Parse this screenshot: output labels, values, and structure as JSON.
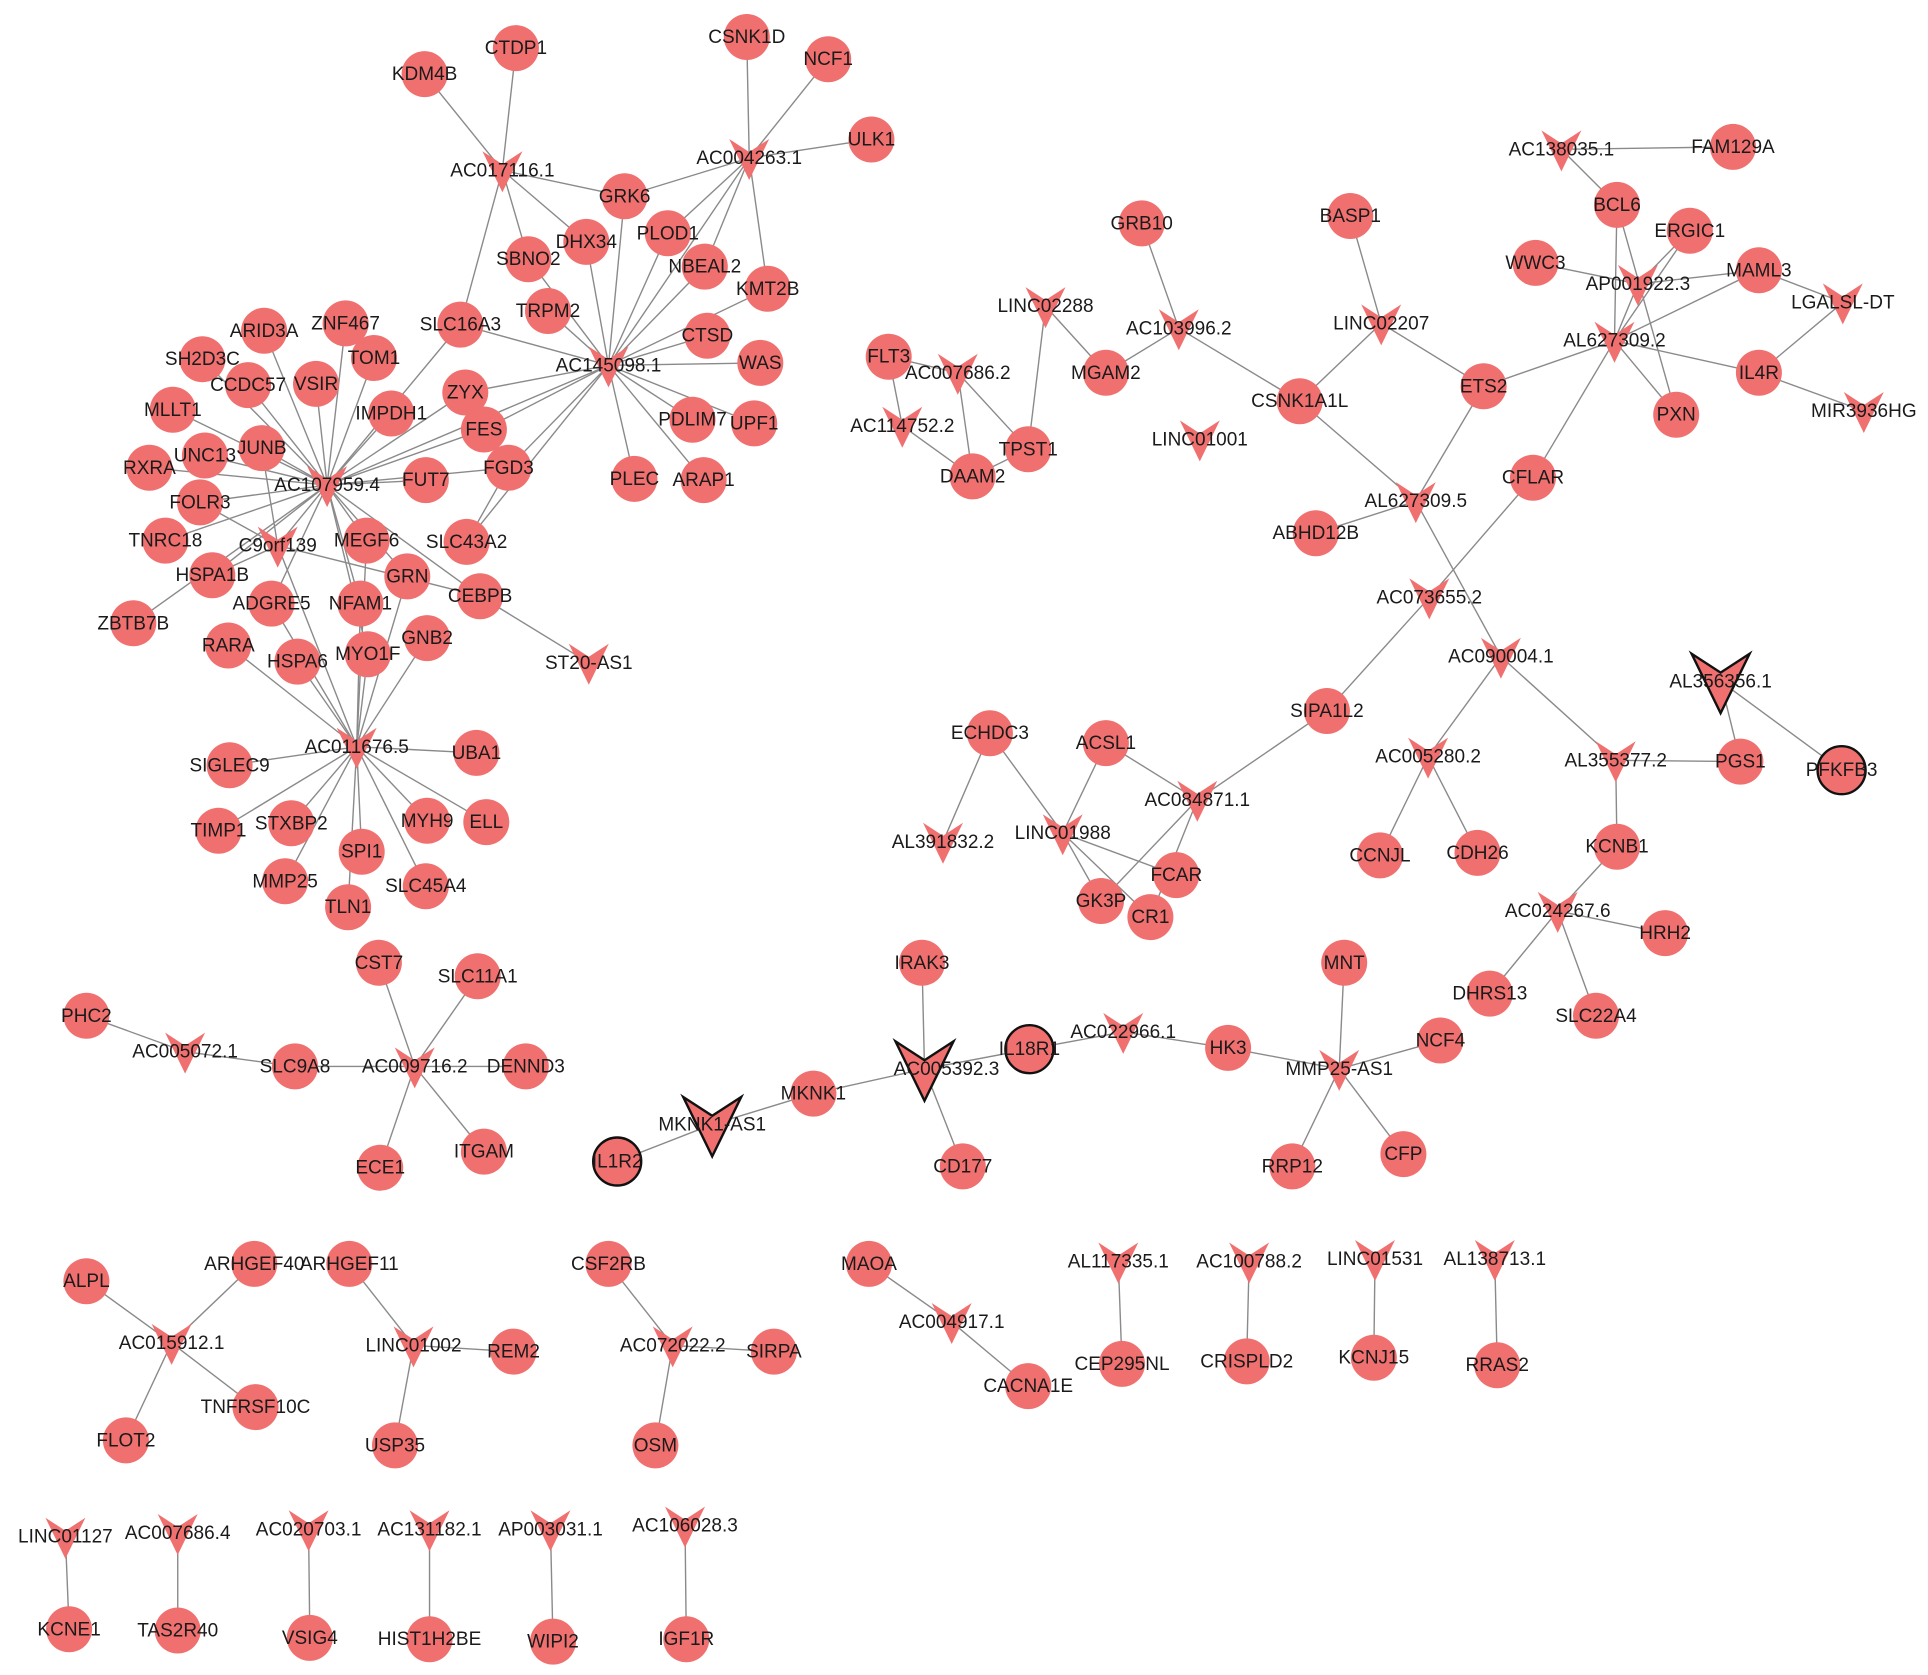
{
  "colors": {
    "node": "#f07070",
    "edge": "#8a8a8a",
    "label": "#1a1a1a",
    "highlight_border": "#111111"
  },
  "legend": "none",
  "nodes": [
    {
      "id": "KDM4B",
      "type": "mRNA"
    },
    {
      "id": "CTDP1",
      "type": "mRNA"
    },
    {
      "id": "CSNK1D",
      "type": "mRNA"
    },
    {
      "id": "NCF1",
      "type": "mRNA"
    },
    {
      "id": "ULK1",
      "type": "mRNA"
    },
    {
      "id": "AC017116.1",
      "type": "lncRNA"
    },
    {
      "id": "AC004263.1",
      "type": "lncRNA"
    },
    {
      "id": "GRK6",
      "type": "mRNA"
    },
    {
      "id": "SBNO2",
      "type": "mRNA"
    },
    {
      "id": "DHX34",
      "type": "mRNA"
    },
    {
      "id": "PLOD1",
      "type": "mRNA"
    },
    {
      "id": "NBEAL2",
      "type": "mRNA"
    },
    {
      "id": "KMT2B",
      "type": "mRNA"
    },
    {
      "id": "TRPM2",
      "type": "mRNA"
    },
    {
      "id": "SLC16A3",
      "type": "mRNA"
    },
    {
      "id": "CTSD",
      "type": "mRNA"
    },
    {
      "id": "WAS",
      "type": "mRNA"
    },
    {
      "id": "AC145098.1",
      "type": "lncRNA"
    },
    {
      "id": "PDLIM7",
      "type": "mRNA"
    },
    {
      "id": "UPF1",
      "type": "mRNA"
    },
    {
      "id": "PLEC",
      "type": "mRNA"
    },
    {
      "id": "ARAP1",
      "type": "mRNA"
    },
    {
      "id": "ZYX",
      "type": "mRNA"
    },
    {
      "id": "FES",
      "type": "mRNA"
    },
    {
      "id": "IMPDH1",
      "type": "mRNA"
    },
    {
      "id": "FGD3",
      "type": "mRNA"
    },
    {
      "id": "FUT7",
      "type": "mRNA"
    },
    {
      "id": "ARID3A",
      "type": "mRNA"
    },
    {
      "id": "ZNF467",
      "type": "mRNA"
    },
    {
      "id": "TOM1",
      "type": "mRNA"
    },
    {
      "id": "SH2D3C",
      "type": "mRNA"
    },
    {
      "id": "CCDC57",
      "type": "mRNA"
    },
    {
      "id": "VSIR",
      "type": "mRNA"
    },
    {
      "id": "MLLT1",
      "type": "mRNA"
    },
    {
      "id": "JUNB",
      "type": "mRNA"
    },
    {
      "id": "UNC13",
      "type": "mRNA"
    },
    {
      "id": "RXRA",
      "type": "mRNA"
    },
    {
      "id": "AC107959.4",
      "type": "lncRNA"
    },
    {
      "id": "FOLR3",
      "type": "mRNA"
    },
    {
      "id": "TNRC18",
      "type": "mRNA"
    },
    {
      "id": "C9orf139",
      "type": "lncRNA"
    },
    {
      "id": "MEGF6",
      "type": "mRNA"
    },
    {
      "id": "SLC43A2",
      "type": "mRNA"
    },
    {
      "id": "HSPA1B",
      "type": "mRNA"
    },
    {
      "id": "GRN",
      "type": "mRNA"
    },
    {
      "id": "CEBPB",
      "type": "mRNA"
    },
    {
      "id": "ZBTB7B",
      "type": "mRNA"
    },
    {
      "id": "ADGRE5",
      "type": "mRNA"
    },
    {
      "id": "NFAM1",
      "type": "mRNA"
    },
    {
      "id": "RARA",
      "type": "mRNA"
    },
    {
      "id": "GNB2",
      "type": "mRNA"
    },
    {
      "id": "MYO1F",
      "type": "mRNA"
    },
    {
      "id": "HSPA6",
      "type": "mRNA"
    },
    {
      "id": "ST20-AS1",
      "type": "lncRNA"
    },
    {
      "id": "AC011676.5",
      "type": "lncRNA"
    },
    {
      "id": "UBA1",
      "type": "mRNA"
    },
    {
      "id": "SIGLEC9",
      "type": "mRNA"
    },
    {
      "id": "TIMP1",
      "type": "mRNA"
    },
    {
      "id": "STXBP2",
      "type": "mRNA"
    },
    {
      "id": "MYH9",
      "type": "mRNA"
    },
    {
      "id": "ELL",
      "type": "mRNA"
    },
    {
      "id": "SPI1",
      "type": "mRNA"
    },
    {
      "id": "MMP25",
      "type": "mRNA"
    },
    {
      "id": "SLC45A4",
      "type": "mRNA"
    },
    {
      "id": "TLN1",
      "type": "mRNA"
    },
    {
      "id": "CST7",
      "type": "mRNA"
    },
    {
      "id": "SLC11A1",
      "type": "mRNA"
    },
    {
      "id": "PHC2",
      "type": "mRNA"
    },
    {
      "id": "AC005072.1",
      "type": "lncRNA"
    },
    {
      "id": "SLC9A8",
      "type": "mRNA"
    },
    {
      "id": "AC009716.2",
      "type": "lncRNA"
    },
    {
      "id": "DENND3",
      "type": "mRNA"
    },
    {
      "id": "ECE1",
      "type": "mRNA"
    },
    {
      "id": "ITGAM",
      "type": "mRNA"
    },
    {
      "id": "GRB10",
      "type": "mRNA"
    },
    {
      "id": "BASP1",
      "type": "mRNA"
    },
    {
      "id": "LINC02288",
      "type": "lncRNA"
    },
    {
      "id": "AC103996.2",
      "type": "lncRNA"
    },
    {
      "id": "LINC02207",
      "type": "lncRNA"
    },
    {
      "id": "FLT3",
      "type": "mRNA"
    },
    {
      "id": "AC007686.2",
      "type": "lncRNA"
    },
    {
      "id": "MGAM2",
      "type": "mRNA"
    },
    {
      "id": "AC114752.2",
      "type": "lncRNA"
    },
    {
      "id": "TPST1",
      "type": "mRNA"
    },
    {
      "id": "DAAM2",
      "type": "mRNA"
    },
    {
      "id": "CSNK1A1L",
      "type": "mRNA"
    },
    {
      "id": "LINC01001",
      "type": "lncRNA"
    },
    {
      "id": "ETS2",
      "type": "mRNA"
    },
    {
      "id": "AC138035.1",
      "type": "lncRNA"
    },
    {
      "id": "FAM129A",
      "type": "mRNA"
    },
    {
      "id": "BCL6",
      "type": "mRNA"
    },
    {
      "id": "ERGIC1",
      "type": "mRNA"
    },
    {
      "id": "WWC3",
      "type": "mRNA"
    },
    {
      "id": "AP001922.3",
      "type": "lncRNA"
    },
    {
      "id": "MAML3",
      "type": "mRNA"
    },
    {
      "id": "LGALSL-DT",
      "type": "lncRNA"
    },
    {
      "id": "AL627309.2",
      "type": "lncRNA"
    },
    {
      "id": "IL4R",
      "type": "mRNA"
    },
    {
      "id": "PXN",
      "type": "mRNA"
    },
    {
      "id": "MIR3936HG",
      "type": "lncRNA"
    },
    {
      "id": "CFLAR",
      "type": "mRNA"
    },
    {
      "id": "AL627309.5",
      "type": "lncRNA"
    },
    {
      "id": "ABHD12B",
      "type": "mRNA"
    },
    {
      "id": "AC073655.2",
      "type": "lncRNA"
    },
    {
      "id": "AC090004.1",
      "type": "lncRNA"
    },
    {
      "id": "AL356356.1",
      "type": "lncRNA",
      "highlight": true
    },
    {
      "id": "SIPA1L2",
      "type": "mRNA"
    },
    {
      "id": "ECHDC3",
      "type": "mRNA"
    },
    {
      "id": "ACSL1",
      "type": "mRNA"
    },
    {
      "id": "AC005280.2",
      "type": "lncRNA"
    },
    {
      "id": "AL355377.2",
      "type": "lncRNA"
    },
    {
      "id": "PGS1",
      "type": "mRNA"
    },
    {
      "id": "PFKFB3",
      "type": "mRNA",
      "highlight": true
    },
    {
      "id": "AC084871.1",
      "type": "lncRNA"
    },
    {
      "id": "LINC01988",
      "type": "lncRNA"
    },
    {
      "id": "AL391832.2",
      "type": "lncRNA"
    },
    {
      "id": "FCAR",
      "type": "mRNA"
    },
    {
      "id": "CCNJL",
      "type": "mRNA"
    },
    {
      "id": "CDH26",
      "type": "mRNA"
    },
    {
      "id": "KCNB1",
      "type": "mRNA"
    },
    {
      "id": "GK3P",
      "type": "mRNA"
    },
    {
      "id": "CR1",
      "type": "mRNA"
    },
    {
      "id": "AC024267.6",
      "type": "lncRNA"
    },
    {
      "id": "HRH2",
      "type": "mRNA"
    },
    {
      "id": "DHRS13",
      "type": "mRNA"
    },
    {
      "id": "SLC22A4",
      "type": "mRNA"
    },
    {
      "id": "IRAK3",
      "type": "mRNA"
    },
    {
      "id": "MNT",
      "type": "mRNA"
    },
    {
      "id": "IL18R1",
      "type": "mRNA",
      "highlight": true
    },
    {
      "id": "AC022966.1",
      "type": "lncRNA"
    },
    {
      "id": "HK3",
      "type": "mRNA"
    },
    {
      "id": "NCF4",
      "type": "mRNA"
    },
    {
      "id": "AC005392.3",
      "type": "lncRNA",
      "highlight": true
    },
    {
      "id": "MMP25-AS1",
      "type": "lncRNA"
    },
    {
      "id": "MKNK1",
      "type": "mRNA"
    },
    {
      "id": "MKNK1-AS1",
      "type": "lncRNA",
      "highlight": true
    },
    {
      "id": "IL1R2",
      "type": "mRNA",
      "highlight": true
    },
    {
      "id": "CD177",
      "type": "mRNA"
    },
    {
      "id": "RRP12",
      "type": "mRNA"
    },
    {
      "id": "CFP",
      "type": "mRNA"
    },
    {
      "id": "ALPL",
      "type": "mRNA"
    },
    {
      "id": "ARHGEF40",
      "type": "mRNA"
    },
    {
      "id": "ARHGEF11",
      "type": "mRNA"
    },
    {
      "id": "CSF2RB",
      "type": "mRNA"
    },
    {
      "id": "MAOA",
      "type": "mRNA"
    },
    {
      "id": "AL117335.1",
      "type": "lncRNA"
    },
    {
      "id": "AC100788.2",
      "type": "lncRNA"
    },
    {
      "id": "LINC01531",
      "type": "lncRNA"
    },
    {
      "id": "AL138713.1",
      "type": "lncRNA"
    },
    {
      "id": "AC015912.1",
      "type": "lncRNA"
    },
    {
      "id": "LINC01002",
      "type": "lncRNA"
    },
    {
      "id": "REM2",
      "type": "mRNA"
    },
    {
      "id": "AC072022.2",
      "type": "lncRNA"
    },
    {
      "id": "SIRPA",
      "type": "mRNA"
    },
    {
      "id": "AC004917.1",
      "type": "lncRNA"
    },
    {
      "id": "TNFRSF10C",
      "type": "mRNA"
    },
    {
      "id": "CACNA1E",
      "type": "mRNA"
    },
    {
      "id": "CEP295NL",
      "type": "mRNA"
    },
    {
      "id": "CRISPLD2",
      "type": "mRNA"
    },
    {
      "id": "KCNJ15",
      "type": "mRNA"
    },
    {
      "id": "RRAS2",
      "type": "mRNA"
    },
    {
      "id": "FLOT2",
      "type": "mRNA"
    },
    {
      "id": "USP35",
      "type": "mRNA"
    },
    {
      "id": "OSM",
      "type": "mRNA"
    },
    {
      "id": "LINC01127",
      "type": "lncRNA"
    },
    {
      "id": "AC007686.4",
      "type": "lncRNA"
    },
    {
      "id": "AC020703.1",
      "type": "lncRNA"
    },
    {
      "id": "AC131182.1",
      "type": "lncRNA"
    },
    {
      "id": "AP003031.1",
      "type": "lncRNA"
    },
    {
      "id": "AC106028.3",
      "type": "lncRNA"
    },
    {
      "id": "KCNE1",
      "type": "mRNA"
    },
    {
      "id": "TAS2R40",
      "type": "mRNA"
    },
    {
      "id": "VSIG4",
      "type": "mRNA"
    },
    {
      "id": "HIST1H2BE",
      "type": "mRNA"
    },
    {
      "id": "WIPI2",
      "type": "mRNA"
    },
    {
      "id": "IGF1R",
      "type": "mRNA"
    }
  ],
  "edges": [
    [
      "AC017116.1",
      "CTDP1"
    ],
    [
      "AC017116.1",
      "KDM4B"
    ],
    [
      "AC017116.1",
      "GRK6"
    ],
    [
      "AC017116.1",
      "SBNO2"
    ],
    [
      "AC017116.1",
      "DHX34"
    ],
    [
      "AC017116.1",
      "SLC16A3"
    ],
    [
      "AC004263.1",
      "CSNK1D"
    ],
    [
      "AC004263.1",
      "NCF1"
    ],
    [
      "AC004263.1",
      "ULK1"
    ],
    [
      "AC004263.1",
      "GRK6"
    ],
    [
      "AC004263.1",
      "PLOD1"
    ],
    [
      "AC004263.1",
      "NBEAL2"
    ],
    [
      "AC004263.1",
      "KMT2B"
    ],
    [
      "AC004263.1",
      "AC145098.1"
    ],
    [
      "AC145098.1",
      "GRK6"
    ],
    [
      "AC145098.1",
      "SBNO2"
    ],
    [
      "AC145098.1",
      "DHX34"
    ],
    [
      "AC145098.1",
      "PLOD1"
    ],
    [
      "AC145098.1",
      "NBEAL2"
    ],
    [
      "AC145098.1",
      "KMT2B"
    ],
    [
      "AC145098.1",
      "TRPM2"
    ],
    [
      "AC145098.1",
      "SLC16A3"
    ],
    [
      "AC145098.1",
      "CTSD"
    ],
    [
      "AC145098.1",
      "WAS"
    ],
    [
      "AC145098.1",
      "PDLIM7"
    ],
    [
      "AC145098.1",
      "UPF1"
    ],
    [
      "AC145098.1",
      "PLEC"
    ],
    [
      "AC145098.1",
      "ARAP1"
    ],
    [
      "AC145098.1",
      "ZYX"
    ],
    [
      "AC145098.1",
      "FES"
    ],
    [
      "AC145098.1",
      "FGD3"
    ],
    [
      "AC145098.1",
      "SLC43A2"
    ],
    [
      "AC145098.1",
      "AC107959.4"
    ],
    [
      "AC107959.4",
      "ARID3A"
    ],
    [
      "AC107959.4",
      "ZNF467"
    ],
    [
      "AC107959.4",
      "TOM1"
    ],
    [
      "AC107959.4",
      "SH2D3C"
    ],
    [
      "AC107959.4",
      "CCDC57"
    ],
    [
      "AC107959.4",
      "VSIR"
    ],
    [
      "AC107959.4",
      "IMPDH1"
    ],
    [
      "AC107959.4",
      "MLLT1"
    ],
    [
      "AC107959.4",
      "JUNB"
    ],
    [
      "AC107959.4",
      "UNC13"
    ],
    [
      "AC107959.4",
      "RXRA"
    ],
    [
      "AC107959.4",
      "FOLR3"
    ],
    [
      "AC107959.4",
      "TNRC18"
    ],
    [
      "AC107959.4",
      "C9orf139"
    ],
    [
      "AC107959.4",
      "MEGF6"
    ],
    [
      "AC107959.4",
      "HSPA1B"
    ],
    [
      "AC107959.4",
      "ZBTB7B"
    ],
    [
      "AC107959.4",
      "ADGRE5"
    ],
    [
      "AC107959.4",
      "NFAM1"
    ],
    [
      "AC107959.4",
      "GRN"
    ],
    [
      "AC107959.4",
      "FUT7"
    ],
    [
      "AC107959.4",
      "FGD3"
    ],
    [
      "AC107959.4",
      "FES"
    ],
    [
      "AC107959.4",
      "ZYX"
    ],
    [
      "AC107959.4",
      "SLC16A3"
    ],
    [
      "AC107959.4",
      "MYO1F"
    ],
    [
      "AC107959.4",
      "CEBPB"
    ],
    [
      "C9orf139",
      "JUNB"
    ],
    [
      "C9orf139",
      "FOLR3"
    ],
    [
      "C9orf139",
      "CEBPB"
    ],
    [
      "C9orf139",
      "HSPA1B"
    ],
    [
      "FGD3",
      "SLC43A2"
    ],
    [
      "CEBPB",
      "ST20-AS1"
    ],
    [
      "AC011676.5",
      "HSPA6"
    ],
    [
      "AC011676.5",
      "RARA"
    ],
    [
      "AC011676.5",
      "MYO1F"
    ],
    [
      "AC011676.5",
      "GNB2"
    ],
    [
      "AC011676.5",
      "NFAM1"
    ],
    [
      "AC011676.5",
      "ADGRE5"
    ],
    [
      "AC011676.5",
      "GRN"
    ],
    [
      "AC011676.5",
      "MEGF6"
    ],
    [
      "AC011676.5",
      "UBA1"
    ],
    [
      "AC011676.5",
      "SIGLEC9"
    ],
    [
      "AC011676.5",
      "TIMP1"
    ],
    [
      "AC011676.5",
      "STXBP2"
    ],
    [
      "AC011676.5",
      "MYH9"
    ],
    [
      "AC011676.5",
      "ELL"
    ],
    [
      "AC011676.5",
      "SPI1"
    ],
    [
      "AC011676.5",
      "MMP25"
    ],
    [
      "AC011676.5",
      "SLC45A4"
    ],
    [
      "AC011676.5",
      "TLN1"
    ],
    [
      "AC011676.5",
      "C9orf139"
    ],
    [
      "AC005072.1",
      "PHC2"
    ],
    [
      "AC005072.1",
      "SLC9A8"
    ],
    [
      "AC009716.2",
      "SLC9A8"
    ],
    [
      "AC009716.2",
      "CST7"
    ],
    [
      "AC009716.2",
      "SLC11A1"
    ],
    [
      "AC009716.2",
      "DENND3"
    ],
    [
      "AC009716.2",
      "ECE1"
    ],
    [
      "AC009716.2",
      "ITGAM"
    ],
    [
      "LINC02288",
      "MGAM2"
    ],
    [
      "LINC02288",
      "TPST1"
    ],
    [
      "AC103996.2",
      "GRB10"
    ],
    [
      "AC103996.2",
      "MGAM2"
    ],
    [
      "AC103996.2",
      "CSNK1A1L"
    ],
    [
      "AC007686.2",
      "FLT3"
    ],
    [
      "AC007686.2",
      "TPST1"
    ],
    [
      "AC007686.2",
      "DAAM2"
    ],
    [
      "AC114752.2",
      "FLT3"
    ],
    [
      "AC114752.2",
      "DAAM2"
    ],
    [
      "TPST1",
      "DAAM2"
    ],
    [
      "LINC02207",
      "BASP1"
    ],
    [
      "LINC02207",
      "CSNK1A1L"
    ],
    [
      "LINC02207",
      "ETS2"
    ],
    [
      "CSNK1A1L",
      "AL627309.5"
    ],
    [
      "ETS2",
      "AL627309.5"
    ],
    [
      "ETS2",
      "AL627309.2"
    ],
    [
      "AC138035.1",
      "FAM129A"
    ],
    [
      "AC138035.1",
      "BCL6"
    ],
    [
      "BCL6",
      "AL627309.2"
    ],
    [
      "BCL6",
      "PXN"
    ],
    [
      "AP001922.3",
      "WWC3"
    ],
    [
      "AP001922.3",
      "ERGIC1"
    ],
    [
      "AP001922.3",
      "MAML3"
    ],
    [
      "AP001922.3",
      "AL627309.2"
    ],
    [
      "AL627309.2",
      "ERGIC1"
    ],
    [
      "AL627309.2",
      "MAML3"
    ],
    [
      "AL627309.2",
      "IL4R"
    ],
    [
      "AL627309.2",
      "PXN"
    ],
    [
      "AL627309.2",
      "CFLAR"
    ],
    [
      "LGALSL-DT",
      "MAML3"
    ],
    [
      "LGALSL-DT",
      "IL4R"
    ],
    [
      "MIR3936HG",
      "IL4R"
    ],
    [
      "AL627309.5",
      "ABHD12B"
    ],
    [
      "AL627309.5",
      "AC090004.1"
    ],
    [
      "AC073655.2",
      "CFLAR"
    ],
    [
      "AC073655.2",
      "SIPA1L2"
    ],
    [
      "AC090004.1",
      "AC005280.2"
    ],
    [
      "AC090004.1",
      "AL355377.2"
    ],
    [
      "AC084871.1",
      "SIPA1L2"
    ],
    [
      "AC084871.1",
      "ACSL1"
    ],
    [
      "AC084871.1",
      "GK3P"
    ],
    [
      "AC084871.1",
      "CR1"
    ],
    [
      "AC005280.2",
      "CCNJL"
    ],
    [
      "AC005280.2",
      "CDH26"
    ],
    [
      "LINC01988",
      "ECHDC3"
    ],
    [
      "LINC01988",
      "ACSL1"
    ],
    [
      "LINC01988",
      "GK3P"
    ],
    [
      "LINC01988",
      "FCAR"
    ],
    [
      "LINC01988",
      "CR1"
    ],
    [
      "AL391832.2",
      "ECHDC3"
    ],
    [
      "AL355377.2",
      "PGS1"
    ],
    [
      "AL355377.2",
      "KCNB1"
    ],
    [
      "AL356356.1",
      "PGS1"
    ],
    [
      "AL356356.1",
      "PFKFB3"
    ],
    [
      "AC024267.6",
      "KCNB1"
    ],
    [
      "AC024267.6",
      "HRH2"
    ],
    [
      "AC024267.6",
      "DHRS13"
    ],
    [
      "AC024267.6",
      "SLC22A4"
    ],
    [
      "AC005392.3",
      "IRAK3"
    ],
    [
      "AC005392.3",
      "IL18R1"
    ],
    [
      "AC005392.3",
      "MKNK1"
    ],
    [
      "AC005392.3",
      "CD177"
    ],
    [
      "MKNK1-AS1",
      "MKNK1"
    ],
    [
      "MKNK1-AS1",
      "IL1R2"
    ],
    [
      "AC022966.1",
      "IL18R1"
    ],
    [
      "AC022966.1",
      "HK3"
    ],
    [
      "MMP25-AS1",
      "HK3"
    ],
    [
      "MMP25-AS1",
      "MNT"
    ],
    [
      "MMP25-AS1",
      "NCF4"
    ],
    [
      "MMP25-AS1",
      "RRP12"
    ],
    [
      "MMP25-AS1",
      "CFP"
    ],
    [
      "AC015912.1",
      "ALPL"
    ],
    [
      "AC015912.1",
      "ARHGEF40"
    ],
    [
      "AC015912.1",
      "TNFRSF10C"
    ],
    [
      "AC015912.1",
      "FLOT2"
    ],
    [
      "LINC01002",
      "ARHGEF11"
    ],
    [
      "LINC01002",
      "REM2"
    ],
    [
      "LINC01002",
      "USP35"
    ],
    [
      "AC072022.2",
      "CSF2RB"
    ],
    [
      "AC072022.2",
      "SIRPA"
    ],
    [
      "AC072022.2",
      "OSM"
    ],
    [
      "AC004917.1",
      "MAOA"
    ],
    [
      "AC004917.1",
      "CACNA1E"
    ],
    [
      "AL117335.1",
      "CEP295NL"
    ],
    [
      "AC100788.2",
      "CRISPLD2"
    ],
    [
      "LINC01531",
      "KCNJ15"
    ],
    [
      "AL138713.1",
      "RRAS2"
    ],
    [
      "LINC01127",
      "KCNE1"
    ],
    [
      "AC007686.4",
      "TAS2R40"
    ],
    [
      "AC020703.1",
      "VSIG4"
    ],
    [
      "AC131182.1",
      "HIST1H2BE"
    ],
    [
      "AP003031.1",
      "WIPI2"
    ],
    [
      "AC106028.3",
      "IGF1R"
    ]
  ]
}
